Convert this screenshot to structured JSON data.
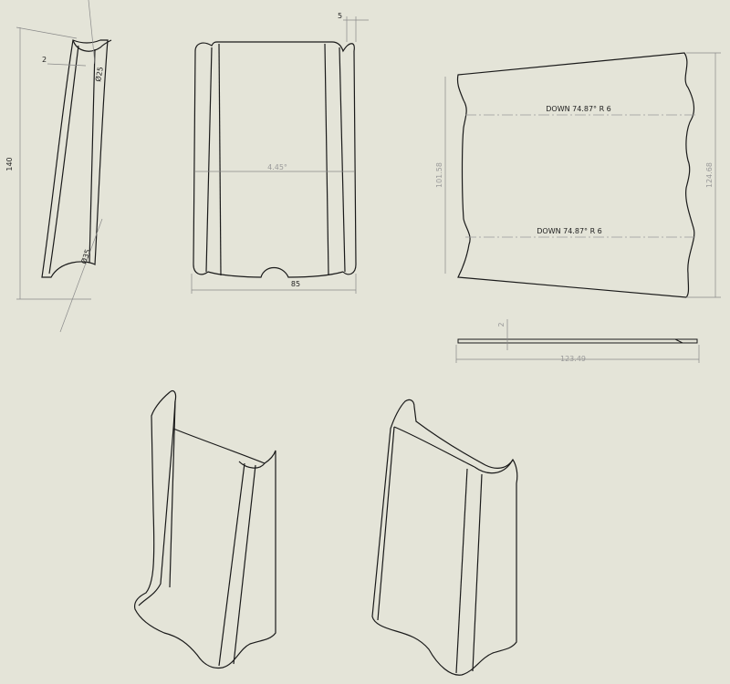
{
  "views": {
    "side": {
      "height": "140",
      "thickness": "2",
      "top_diameter": "Ø25",
      "bottom_diameter": "Ø35"
    },
    "front": {
      "width": "85",
      "flange": "5",
      "angle": "4.45°"
    },
    "flat_pattern": {
      "bend_top": "DOWN  74.87°  R 6",
      "bend_bottom": "DOWN  74.87°  R 6",
      "left_height": "101.58",
      "right_height": "124.68",
      "length": "123.49",
      "thickness": "2"
    }
  },
  "colors": {
    "background": "#e4e4d8",
    "line": "#1a1a1a",
    "dimension": "#9a9a9a"
  }
}
